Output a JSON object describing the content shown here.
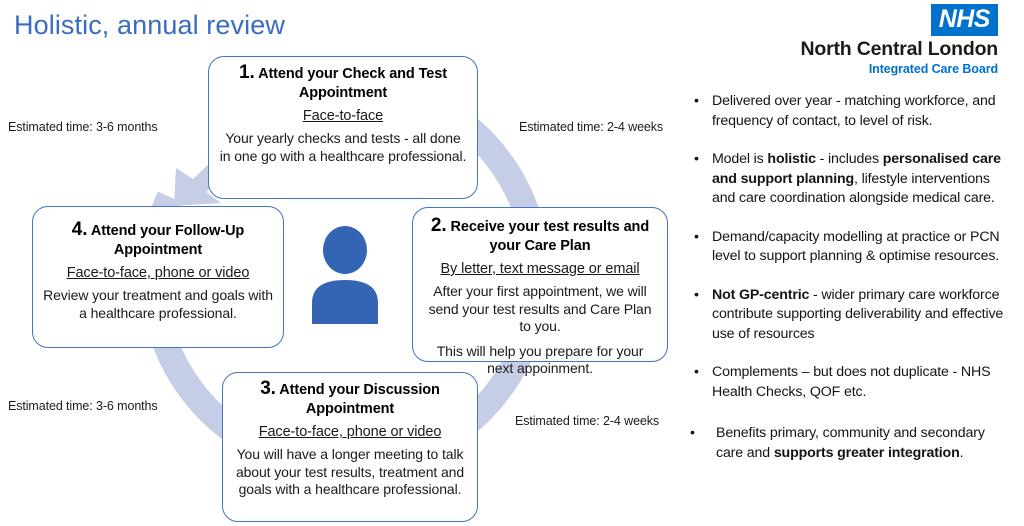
{
  "title": "Holistic, annual review",
  "colors": {
    "title_blue": "#3c6cbf",
    "box_border": "#4472c4",
    "ring": "#c5cde7",
    "person": "#3465b4",
    "nhs_blue": "#0072ce"
  },
  "logo": {
    "badge": "NHS",
    "org": "North Central London",
    "sub": "Integrated Care Board"
  },
  "estimates": {
    "top_left": "Estimated time: 3-6 months",
    "top_right": "Estimated time: 2-4 weeks",
    "bottom_left": "Estimated time: 3-6 months",
    "bottom_right": "Estimated time: 2-4 weeks"
  },
  "center_icon": "person-icon",
  "steps": [
    {
      "number": "1.",
      "heading": "Attend your Check and Test Appointment",
      "mode": "Face-to-face",
      "body": [
        "Your yearly checks and tests - all done in one go with a healthcare professional."
      ]
    },
    {
      "number": "2.",
      "heading": "Receive your test results and your Care Plan",
      "mode": "By letter, text message or email",
      "body": [
        "After your first appointment, we will send your test results and Care Plan to you.",
        "This will help you prepare for your next appoinment."
      ]
    },
    {
      "number": "3.",
      "heading": "Attend your Discussion Appointment",
      "mode": "Face-to-face, phone or video",
      "body": [
        "You will have a longer meeting to talk about your test results, treatment and goals with a healthcare professional."
      ]
    },
    {
      "number": "4.",
      "heading": "Attend your Follow-Up Appointment",
      "mode": "Face-to-face, phone or video",
      "body": [
        "Review your treatment and goals with a healthcare professional."
      ]
    }
  ],
  "notes": {
    "bullet_glyph": "•",
    "items": [
      {
        "html": "Delivered over year - matching workforce, and frequency of contact, to level of risk."
      },
      {
        "html": "Model is <b>holistic</b> - includes <b>personalised care and support planning</b>, lifestyle interventions and care coordination alongside medical care."
      },
      {
        "html": "Demand/capacity modelling at practice or PCN level to support planning &amp; optimise resources."
      },
      {
        "html": "<b>Not GP-centric</b> - wider primary care workforce contribute supporting deliverability and effective use of resources"
      },
      {
        "html": "Complements &ndash; but does not duplicate - NHS Health Checks, QOF etc."
      },
      {
        "html": "Benefits primary, community and secondary care and <b>supports greater integration</b>."
      }
    ]
  }
}
